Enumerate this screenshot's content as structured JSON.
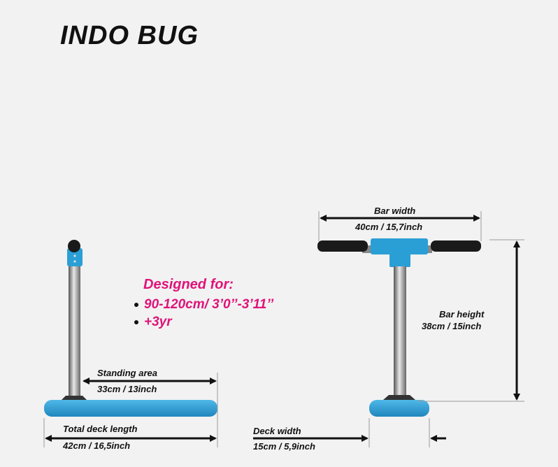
{
  "title": "INDO BUG",
  "designed": {
    "heading": "Designed for:",
    "items": [
      "90-120cm/ 3’0’’-3’11’’",
      "+3yr"
    ]
  },
  "side_view": {
    "standing_area": {
      "label": "Standing area",
      "value": "33cm / 13inch"
    },
    "deck_length": {
      "label": "Total deck length",
      "value": "42cm / 16,5inch"
    }
  },
  "front_view": {
    "bar_width": {
      "label": "Bar width",
      "value": "40cm / 15,7inch"
    },
    "bar_height": {
      "label": "Bar height",
      "value": "38cm / 15inch"
    },
    "deck_width": {
      "label": "Deck width",
      "value": "15cm / 5,9inch"
    }
  },
  "colors": {
    "accent_blue": "#2a9fd6",
    "accent_pink": "#e0137a",
    "grip": "#1a1a1a"
  }
}
